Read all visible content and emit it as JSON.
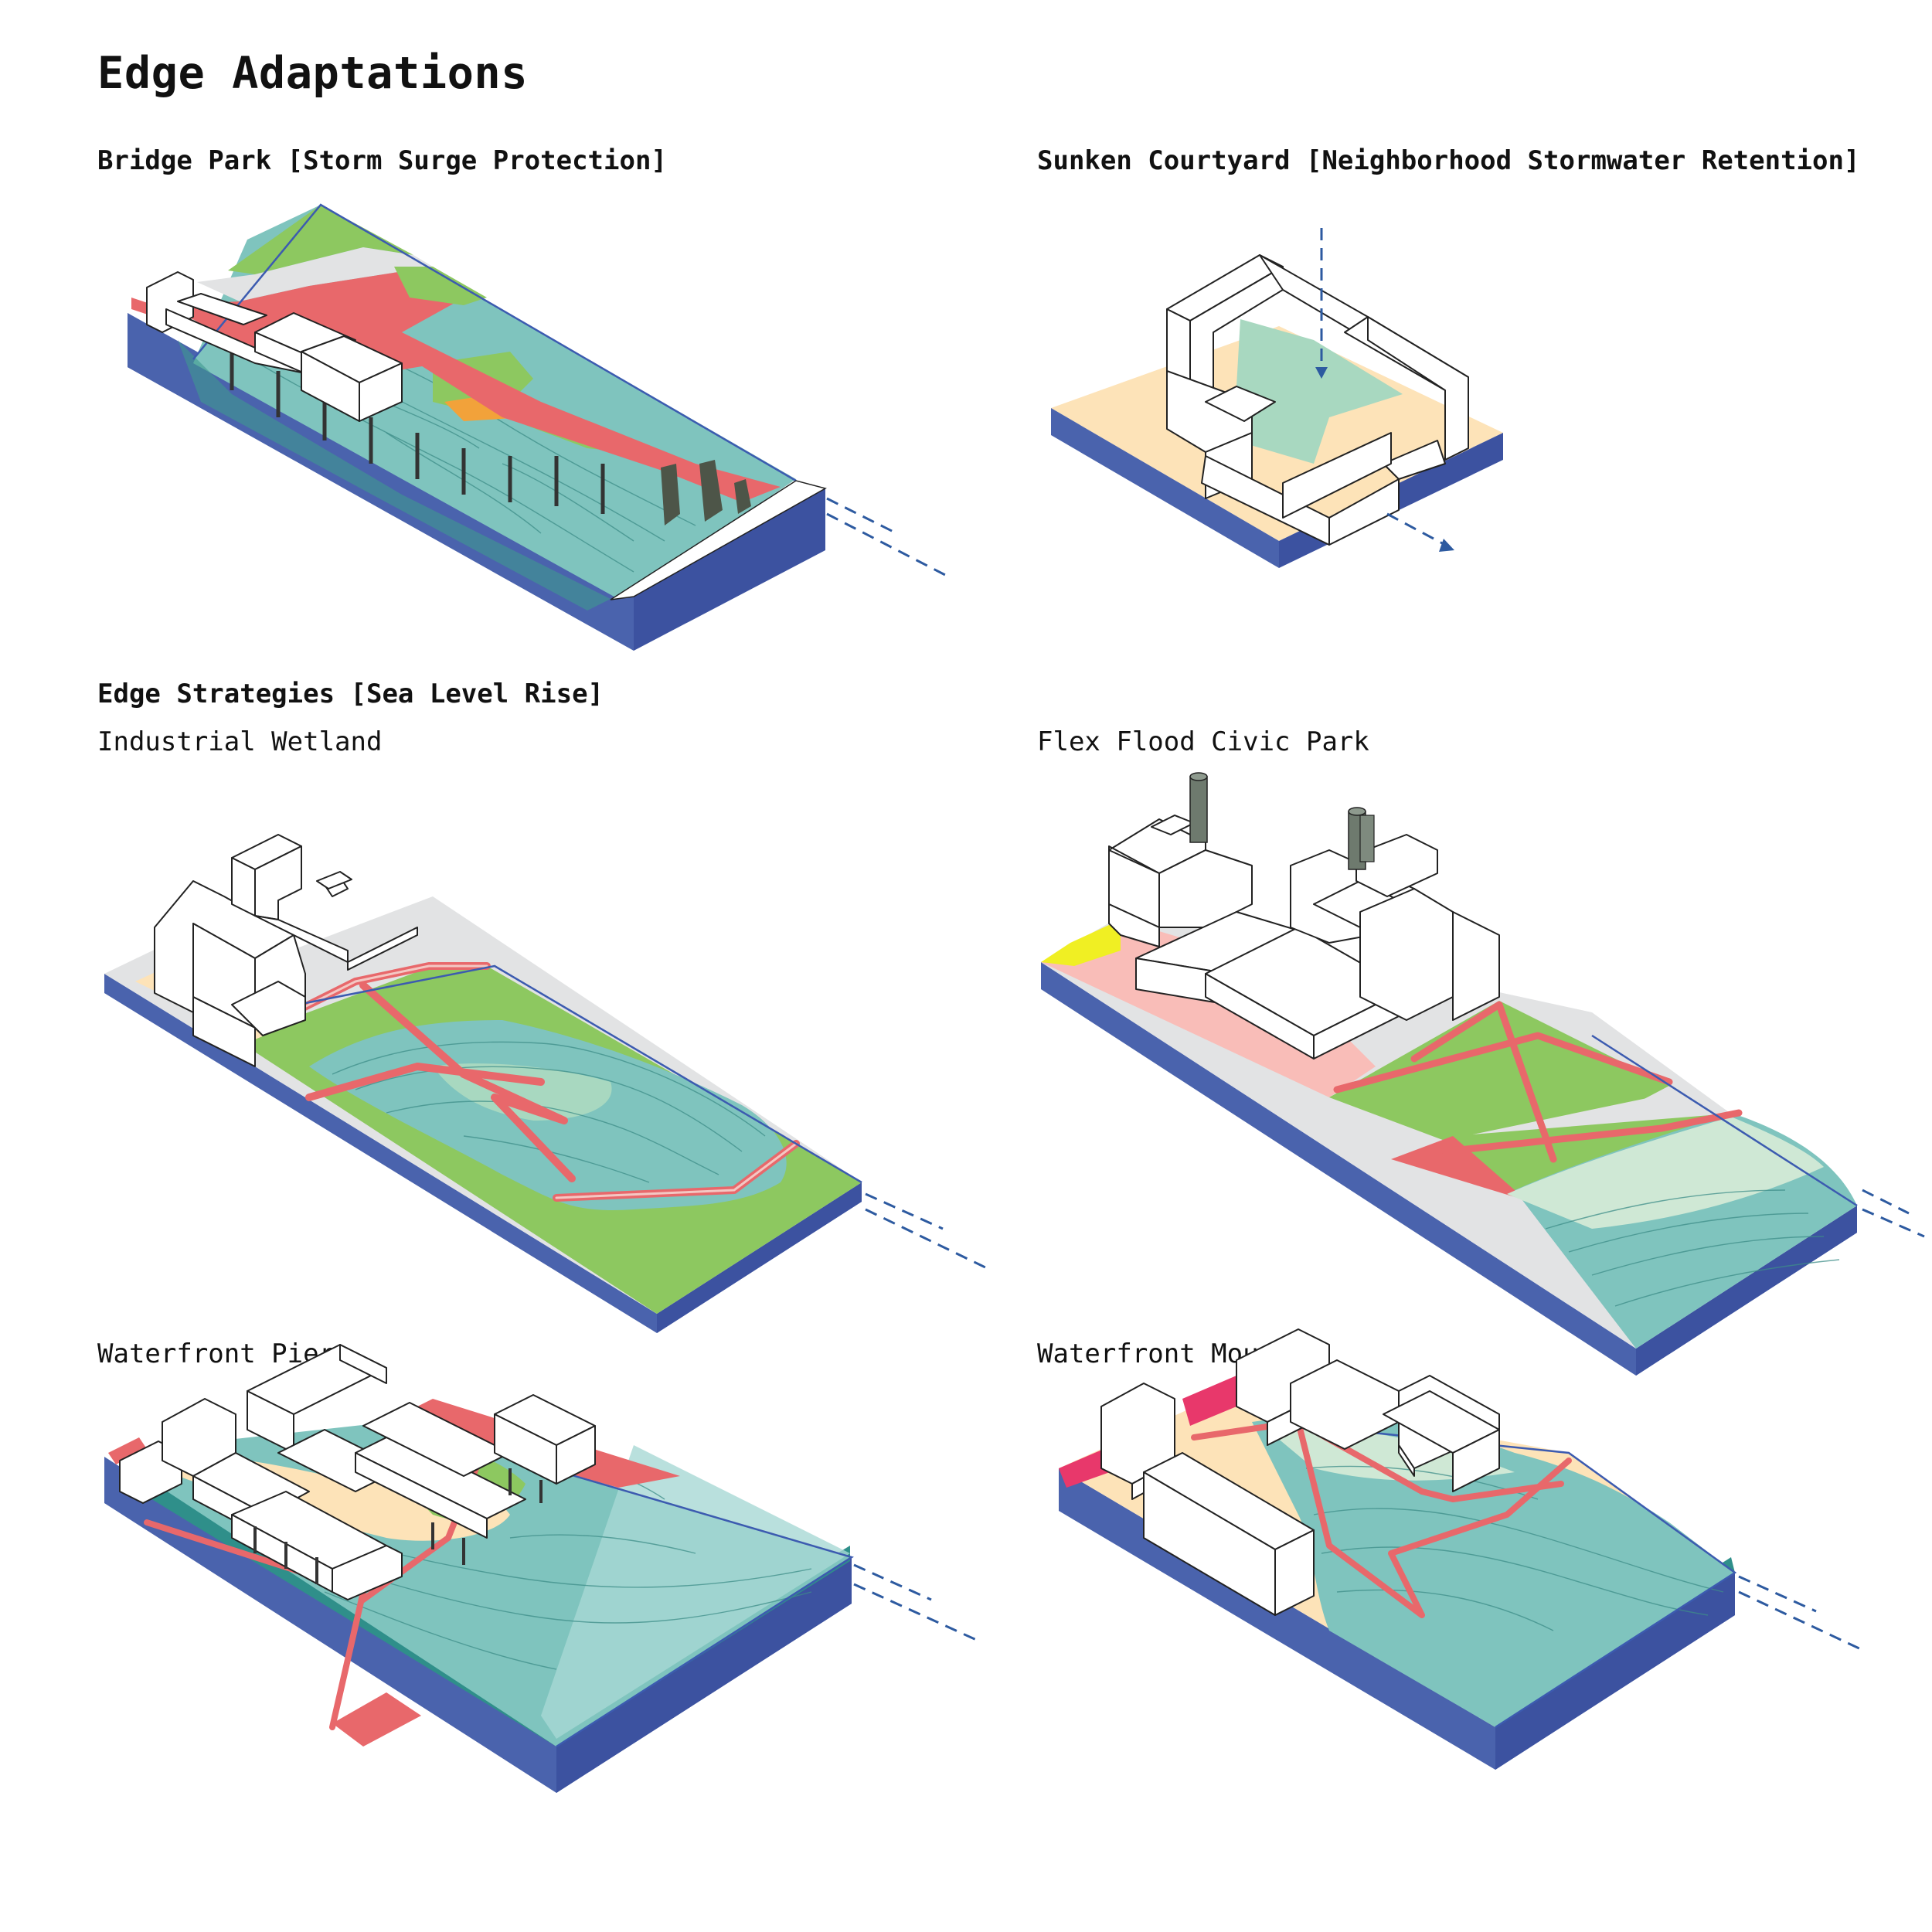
{
  "title": "Edge Adaptations",
  "panels": {
    "bridge_park": {
      "heading": "Bridge Park [Storm Surge Protection]"
    },
    "sunken_courtyard": {
      "heading": "Sunken Courtyard [Neighborhood Stormwater Retention]"
    },
    "edge_strategies": {
      "heading": "Edge Strategies [Sea Level Rise]"
    },
    "industrial_wetland": {
      "label": "Industrial Wetland"
    },
    "flex_flood_civic_park": {
      "label": "Flex Flood Civic Park"
    },
    "waterfront_pier": {
      "label": "Waterfront Pier"
    },
    "waterfront_mound": {
      "label": "Waterfront Mound"
    }
  },
  "colors": {
    "base_blue": "#4a63ad",
    "water_teal": "#7fc4be",
    "water_light": "#a8d8d4",
    "green": "#8dc860",
    "red_path": "#e8686b",
    "orange": "#f2a23a",
    "sand": "#fde3b8",
    "grey_street": "#e2e3e4",
    "pink_plaza": "#f9bdb8",
    "yellow": "#f0ef23",
    "arrow_blue": "#2d5aa0",
    "stack_grey": "#6e7a6e"
  }
}
